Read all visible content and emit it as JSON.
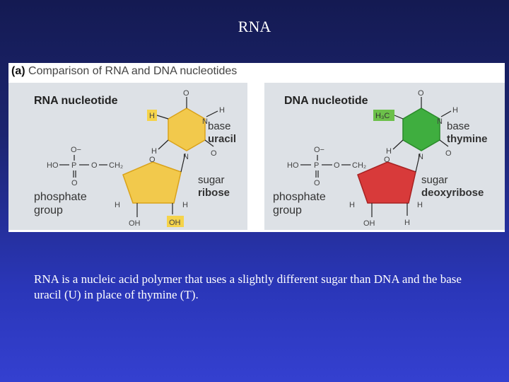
{
  "slide": {
    "title": "RNA",
    "caption": "RNA is a nucleic acid polymer that uses a slightly different sugar than DNA and the base uracil (U) in place of thymine (T)."
  },
  "figure": {
    "label": "(a)",
    "title": "Comparison of RNA and DNA nucleotides",
    "rna": {
      "heading": "RNA nucleotide",
      "phosphate_label": "phosphate",
      "phosphate_label2": "group",
      "sugar_label": "sugar",
      "sugar_name": "ribose",
      "base_label": "base",
      "base_name": "uracil",
      "phosphate_formula": {
        "o_minus": "O−",
        "ho": "HO",
        "p": "P",
        "o": "O",
        "ch2": "CH₂",
        "o_bottom": "O"
      },
      "atoms": {
        "o_top": "O",
        "n_right": "N",
        "h_n": "H",
        "h_highlight": "H",
        "h_left": "H",
        "n_bottom": "N",
        "o_bottom": "O",
        "o_ring": "O",
        "h_left_sugar": "H",
        "h_right_sugar": "H",
        "oh_left": "OH",
        "oh_right": "OH"
      }
    },
    "dna": {
      "heading": "DNA nucleotide",
      "phosphate_label": "phosphate",
      "phosphate_label2": "group",
      "sugar_label": "sugar",
      "sugar_name": "deoxyribose",
      "base_label": "base",
      "base_name": "thymine",
      "phosphate_formula": {
        "o_minus": "O−",
        "ho": "HO",
        "p": "P",
        "o": "O",
        "ch2": "CH₂",
        "o_bottom": "O"
      },
      "atoms": {
        "o_top": "O",
        "n_right": "N",
        "h_n": "H",
        "methyl": "H₃C",
        "h_left": "H",
        "n_bottom": "N",
        "o_bottom": "O",
        "o_ring": "O",
        "h_left_sugar": "H",
        "h_right_sugar": "H",
        "oh_left": "OH",
        "h_right": "H"
      }
    },
    "colors": {
      "uracil": "#f2c94c",
      "ribose": "#f2c94c",
      "thymine": "#3fae3f",
      "deoxyribose": "#d83a3a",
      "highlight_yellow": "#f5d34a",
      "highlight_green": "#6cc04a"
    }
  }
}
